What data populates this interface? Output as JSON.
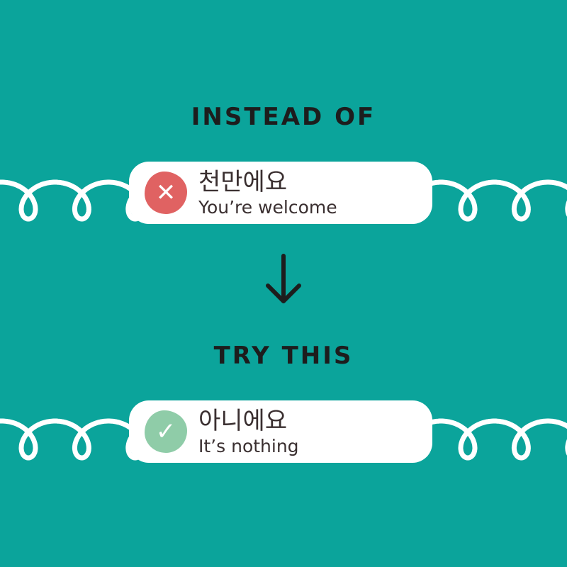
{
  "colors": {
    "background": "#0ba49b",
    "wrong": "#e06262",
    "right": "#8fcca8"
  },
  "top_heading": "INSTEAD OF",
  "wrong": {
    "korean": "천만에요",
    "english": "You’re welcome",
    "icon": "x-icon"
  },
  "bottom_heading": "TRY THIS",
  "right": {
    "korean": "아니에요",
    "english": "It’s nothing",
    "icon": "check-icon"
  }
}
